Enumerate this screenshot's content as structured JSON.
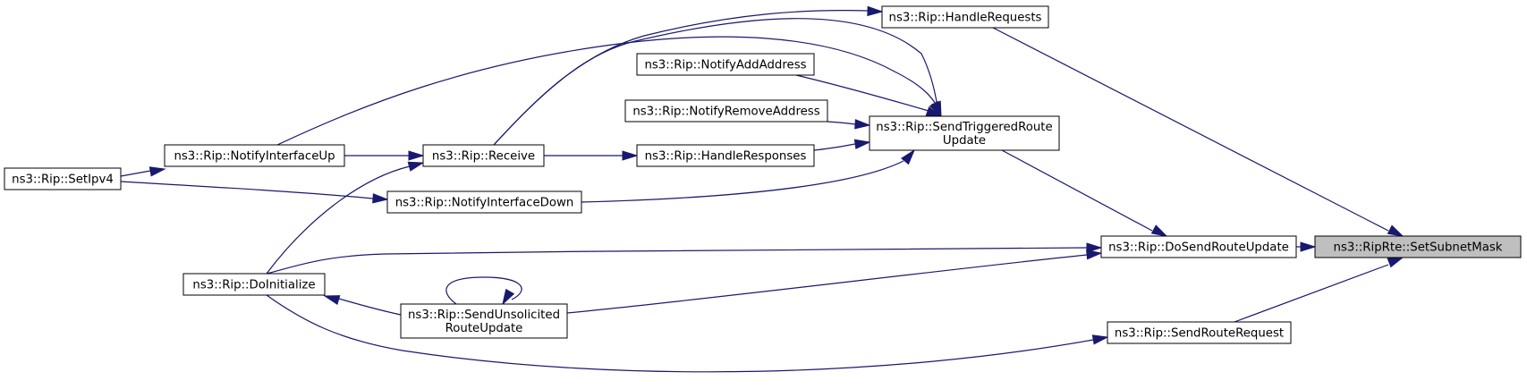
{
  "diagram": {
    "nodes": {
      "setsubnetmask": [
        "ns3::RipRte::SetSubnetMask"
      ],
      "handlerequests": [
        "ns3::Rip::HandleRequests"
      ],
      "sendtriggered": [
        "ns3::Rip::SendTriggeredRoute",
        "Update"
      ],
      "notifyadd": [
        "ns3::Rip::NotifyAddAddress"
      ],
      "notifyremove": [
        "ns3::Rip::NotifyRemoveAddress"
      ],
      "handleresponses": [
        "ns3::Rip::HandleResponses"
      ],
      "receive": [
        "ns3::Rip::Receive"
      ],
      "notifyup": [
        "ns3::Rip::NotifyInterfaceUp"
      ],
      "setipv4": [
        "ns3::Rip::SetIpv4"
      ],
      "notifydown": [
        "ns3::Rip::NotifyInterfaceDown"
      ],
      "dosend": [
        "ns3::Rip::DoSendRouteUpdate"
      ],
      "doinit": [
        "ns3::Rip::DoInitialize"
      ],
      "sendunsol": [
        "ns3::Rip::SendUnsolicited",
        "RouteUpdate"
      ],
      "sendreq": [
        "ns3::Rip::SendRouteRequest"
      ]
    },
    "highlight": "setsubnetmask",
    "colors": {
      "edge": "#191970",
      "highlight_fill": "#bfbfbf"
    }
  }
}
